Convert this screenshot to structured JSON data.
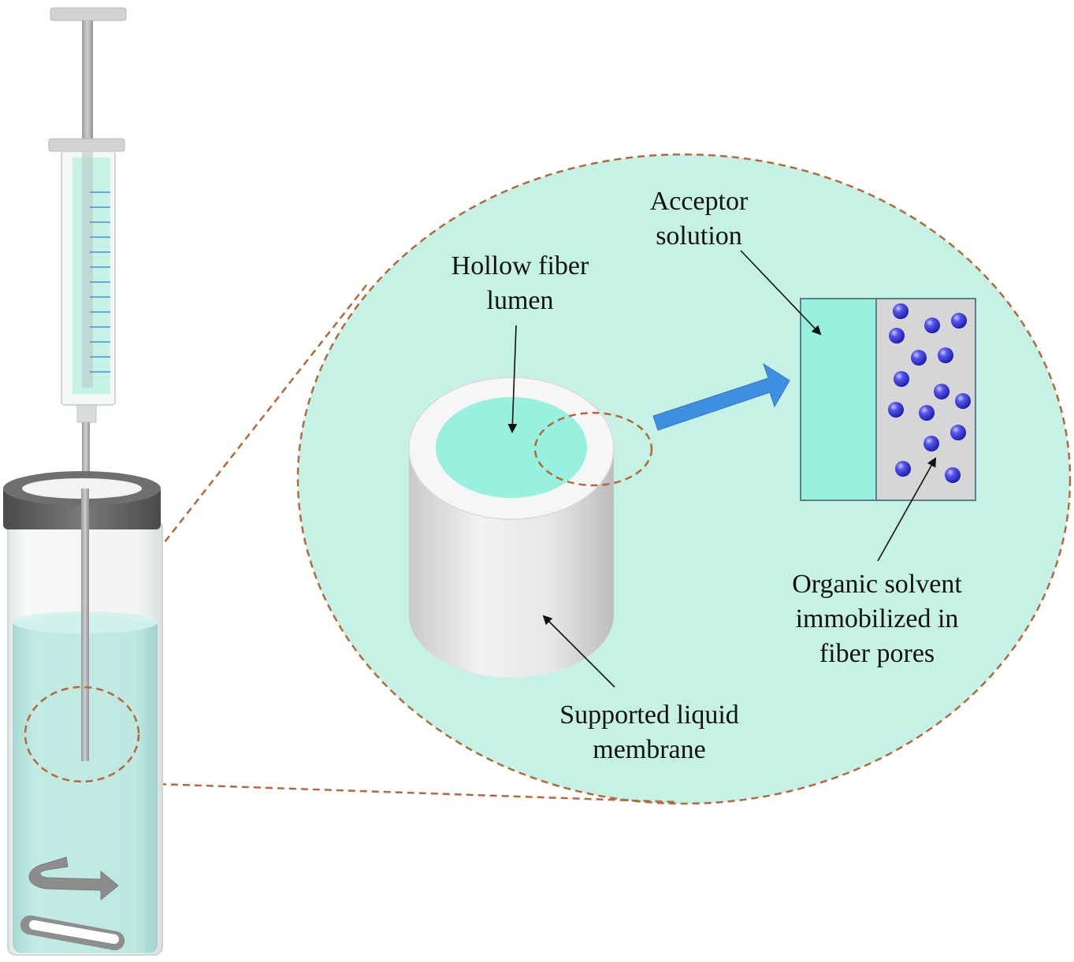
{
  "labels": {
    "acceptor_line1": "Acceptor",
    "acceptor_line2": "solution",
    "lumen_line1": "Hollow fiber",
    "lumen_line2": "lumen",
    "organic_line1": "Organic solvent",
    "organic_line2": "immobilized in",
    "organic_line3": "fiber pores",
    "slm_line1": "Supported liquid",
    "slm_line2": "membrane"
  },
  "colors": {
    "zoom_fill": "#c6f2e6",
    "dashed_outline": "#b5683a",
    "lumen": "#98f0de",
    "sample_liquid": "#b9e6df",
    "arrow_blue": "#3f8fe0",
    "pore_gray": "#d6d6d6",
    "solvent_drop": "#3b3bd6",
    "cap": "#5e5e5e"
  },
  "icons": {
    "rotation": "rotation-arrow-icon",
    "stir_bar": "stir-bar-icon"
  }
}
